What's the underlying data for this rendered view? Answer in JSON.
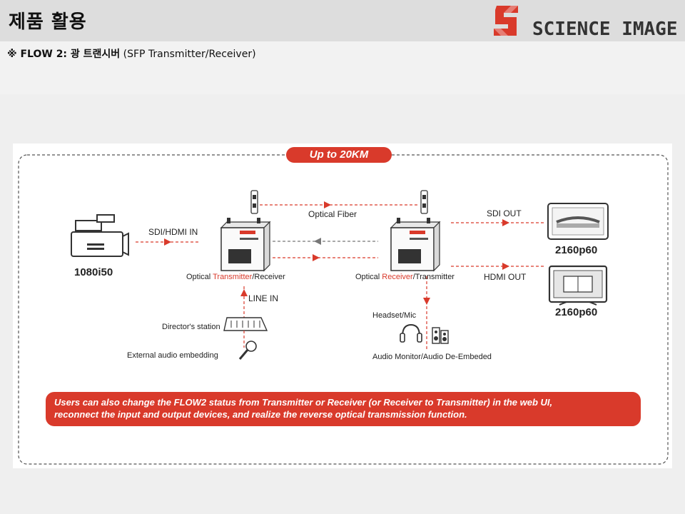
{
  "header": {
    "title": "제품 활용",
    "logo_text": "SCIENCE IMAGE",
    "brand_color": "#d93a2b"
  },
  "subheading": {
    "prefix": "※ FLOW 2: 광 트랜시버",
    "suffix": " (SFP Transmitter/Receiver)"
  },
  "diagram": {
    "range_label": "Up to 20KM",
    "optical_fiber": "Optical Fiber",
    "sdi_hdmi_in": "SDI/HDMI IN",
    "camera_label": "1080i50",
    "transmitter": {
      "label_pre": "Optical ",
      "label_highlight": "Transmitter",
      "label_post": "/Receiver"
    },
    "receiver": {
      "label_pre": "Optical ",
      "label_highlight": "Receiver",
      "label_post": "/Transmitter"
    },
    "sdi_out": "SDI OUT",
    "hdmi_out": "HDMI OUT",
    "monitor1_res": "2160p60",
    "monitor2_res": "2160p60",
    "line_in": "LINE IN",
    "directors_station": "Director's station",
    "external_audio": "External audio embedding",
    "headset": "Headset/Mic",
    "audio_monitor": "Audio Monitor/Audio De-Embeded",
    "note_line1": "Users can also change the FLOW2 status from Transmitter or Receiver (or Receiver to Transmitter) in the web UI,",
    "note_line2": "reconnect the input and output devices, and realize the reverse optical transmission function."
  }
}
